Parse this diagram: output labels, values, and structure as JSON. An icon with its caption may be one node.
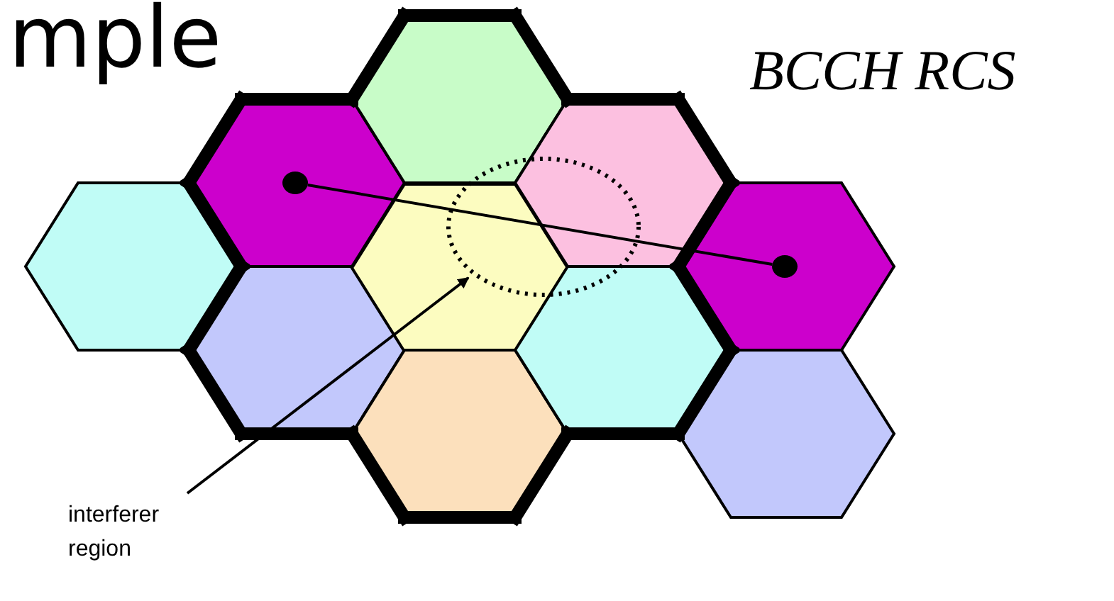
{
  "diagram": {
    "nodes": [
      {
        "text": [],
        "shape": "circle"
      },
      {
        "text": [],
        "shape": "circle"
      },
      {
        "text": [
          "interferer region"
        ]
      }
    ],
    "edges": [
      {
        "from": 0,
        "to": 1,
        "arrow": "none"
      },
      {
        "from": 2,
        "to": null,
        "arrow": "to"
      }
    ],
    "labels": [
      "mple",
      "BCCH RCS"
    ]
  }
}
